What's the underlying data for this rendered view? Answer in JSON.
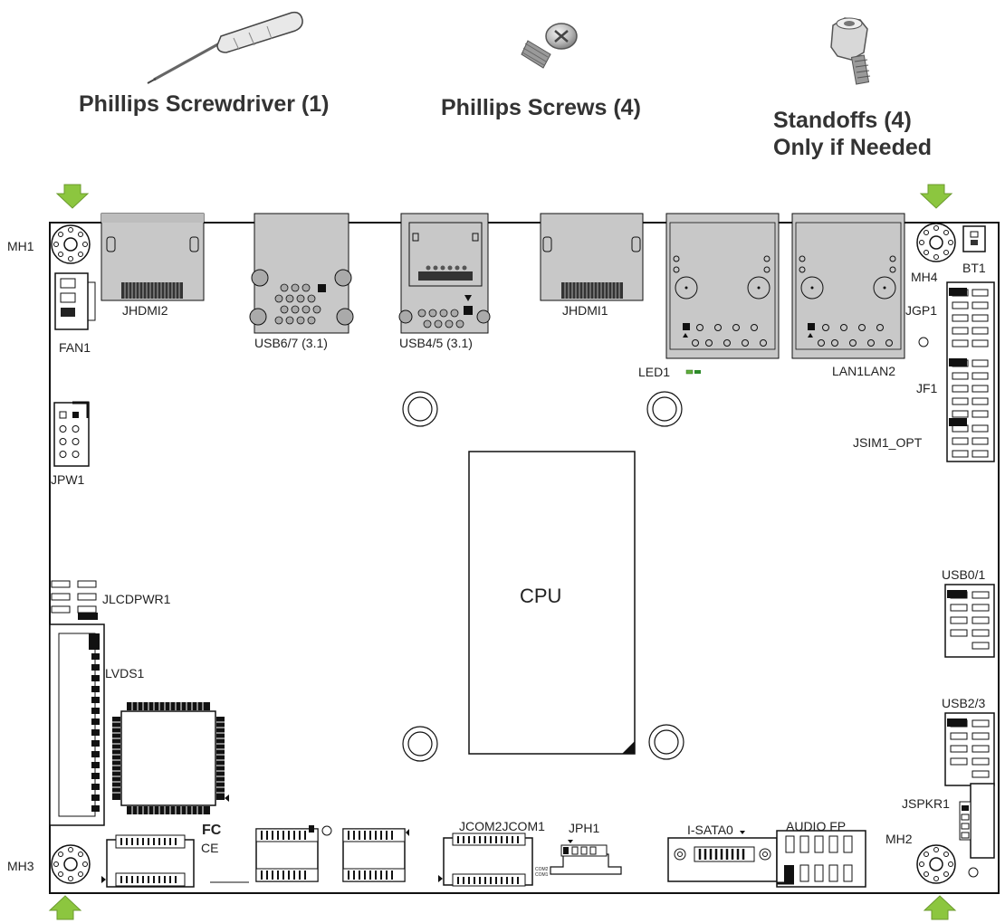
{
  "tools": {
    "screwdriver": "Phillips Screwdriver (1)",
    "screws": "Phillips Screws (4)",
    "standoffs_line1": "Standoffs (4)",
    "standoffs_line2": "Only if Needed"
  },
  "mounting_holes": {
    "mh1": "MH1",
    "mh2": "MH2",
    "mh3": "MH3",
    "mh4": "MH4"
  },
  "connectors": {
    "fan1": "FAN1",
    "jhdmi2": "JHDMI2",
    "usb67": "USB6/7 (3.1)",
    "usb45": "USB4/5 (3.1)",
    "jhdmi1": "JHDMI1",
    "lan": "LAN1LAN2",
    "bt1": "BT1",
    "jgp1": "JGP1",
    "led1": "LED1",
    "jf1": "JF1",
    "jsim1": "JSIM1_OPT",
    "jpw1": "JPW1",
    "jlcdpwr1": "JLCDPWR1",
    "lvds1": "LVDS1",
    "usb01": "USB0/1",
    "usb23": "USB2/3",
    "jspkr1": "JSPKR1",
    "jcom": "JCOM2JCOM1",
    "jph1": "JPH1",
    "isata0": "I-SATA0",
    "audio_fp": "AUDIO FP",
    "fcc": "FC",
    "ce": "CE",
    "com2": "COM2",
    "com1": "COM1"
  },
  "cpu": "CPU",
  "colors": {
    "arrow": "#8cc63f",
    "port": "#c8c8c8",
    "outline": "#111111",
    "label": "#333333"
  }
}
